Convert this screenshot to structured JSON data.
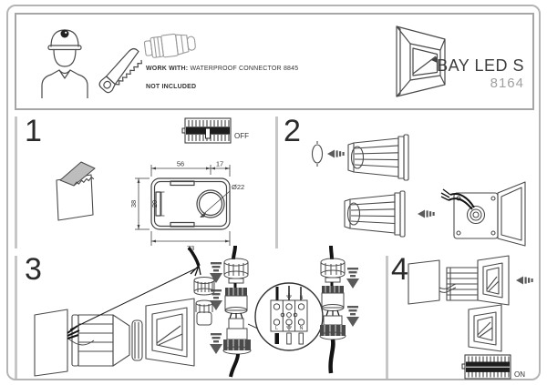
{
  "header": {
    "work_with_label": "WORK WITH:",
    "work_with_value": "WATERPROOF CONNECTOR 8845",
    "not_included_label": "NOT INCLUDED",
    "product_name": "BAY LED S",
    "product_code": "8164"
  },
  "steps": {
    "s1": {
      "number": "1",
      "breaker_label": "OFF"
    },
    "s2": {
      "number": "2"
    },
    "s3": {
      "number": "3",
      "terminal_top": {
        "live": "L",
        "neutral": "N"
      },
      "terminal_bottom": {
        "live": "L",
        "neutral": "N"
      }
    },
    "s4": {
      "number": "4",
      "breaker_label": "ON"
    }
  },
  "dimensions": {
    "top_width": "56",
    "top_right_width": "17",
    "left_height": "38",
    "left_inner_height": "20",
    "bottom_width": "73",
    "hole_diameter": "Ø22"
  },
  "colors": {
    "line": "#3a3a3a",
    "cable": "#141414",
    "arrow_gray": "#5a5a5a",
    "shade_gray": "#bdbdbd",
    "muted_text": "#a0a0a0",
    "border_gray": "#b5b5b5"
  },
  "icons": [
    "worker-icon",
    "saw-icon",
    "waterproof-connector-icon",
    "wall-light-icon",
    "breaker-off-icon",
    "breaker-on-icon",
    "cut-wall-icon",
    "arrow-left-icon",
    "arrow-down-icon",
    "earth-icon",
    "gland-nut-icon",
    "seal-insert-icon",
    "terminal-block-icon"
  ]
}
